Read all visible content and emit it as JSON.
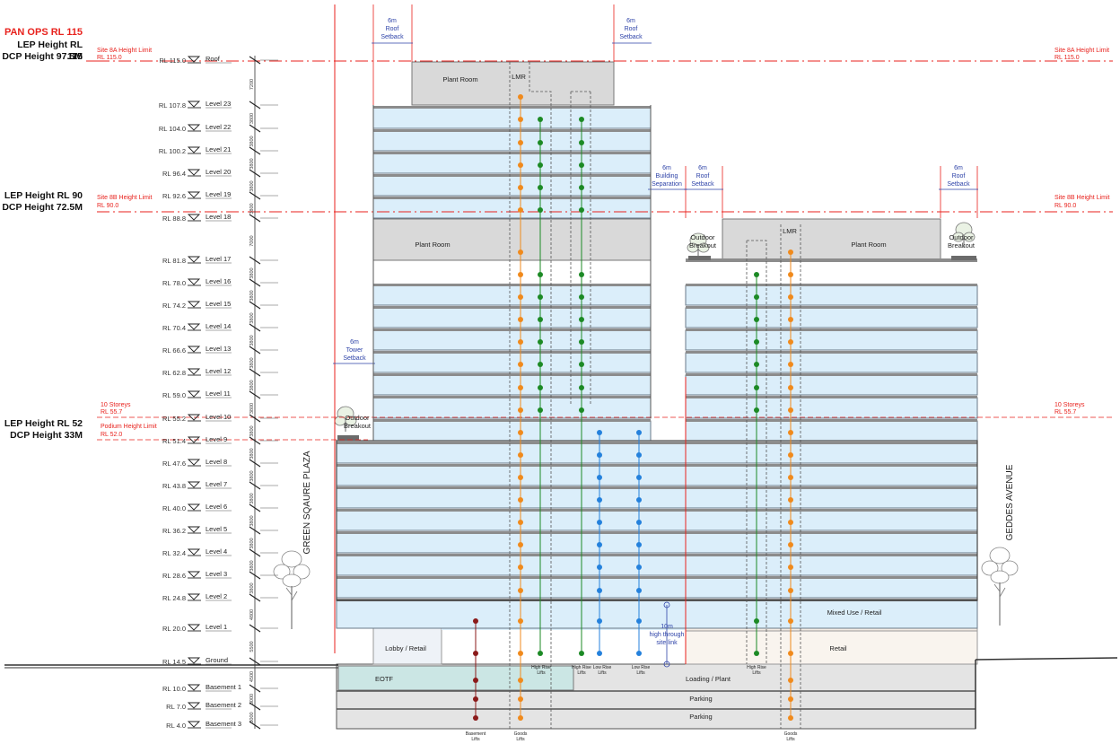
{
  "headings": {
    "pan_ops": "PAN OPS RL 115",
    "lep_115": "LEP Height RL 115",
    "dcp_975": "DCP Height 97.5M",
    "lep_90": "LEP Height RL 90",
    "dcp_725": "DCP Height 72.5M",
    "lep_52": "LEP Height RL 52",
    "dcp_33": "DCP Height 33M"
  },
  "limits": {
    "site8a_title": "Site 8A Height Limit",
    "site8a_rl": "RL 115.0",
    "site8b_title": "Site 8B Height Limit",
    "site8b_rl": "RL 90.0",
    "storeys_title": "10 Storeys",
    "storeys_rl": "RL 55.7",
    "podium_title": "Podium Height Limit",
    "podium_rl": "RL 52.0"
  },
  "levels": [
    {
      "rl": "RL 115.0",
      "name": "Roof"
    },
    {
      "rl": "RL 107.8",
      "name": "Level 23"
    },
    {
      "rl": "RL 104.0",
      "name": "Level 22"
    },
    {
      "rl": "RL 100.2",
      "name": "Level 21"
    },
    {
      "rl": "RL 96.4",
      "name": "Level 20"
    },
    {
      "rl": "RL 92.6",
      "name": "Level 19"
    },
    {
      "rl": "RL 88.8",
      "name": "Level 18"
    },
    {
      "rl": "RL 81.8",
      "name": "Level 17"
    },
    {
      "rl": "RL 78.0",
      "name": "Level 16"
    },
    {
      "rl": "RL 74.2",
      "name": "Level 15"
    },
    {
      "rl": "RL 70.4",
      "name": "Level 14"
    },
    {
      "rl": "RL 66.6",
      "name": "Level 13"
    },
    {
      "rl": "RL 62.8",
      "name": "Level 12"
    },
    {
      "rl": "RL 59.0",
      "name": "Level 11"
    },
    {
      "rl": "RL 55.2",
      "name": "Level 10"
    },
    {
      "rl": "RL 51.4",
      "name": "Level 9"
    },
    {
      "rl": "RL 47.6",
      "name": "Level 8"
    },
    {
      "rl": "RL 43.8",
      "name": "Level 7"
    },
    {
      "rl": "RL 40.0",
      "name": "Level 6"
    },
    {
      "rl": "RL 36.2",
      "name": "Level 5"
    },
    {
      "rl": "RL 32.4",
      "name": "Level 4"
    },
    {
      "rl": "RL 28.6",
      "name": "Level 3"
    },
    {
      "rl": "RL 24.8",
      "name": "Level 2"
    },
    {
      "rl": "RL 20.0",
      "name": "Level 1"
    },
    {
      "rl": "RL 14.5",
      "name": "Ground"
    },
    {
      "rl": "RL 10.0",
      "name": "Basement 1"
    },
    {
      "rl": "RL 7.0",
      "name": "Basement 2"
    },
    {
      "rl": "RL 4.0",
      "name": "Basement 3"
    }
  ],
  "dimensions": [
    "7200",
    "3800",
    "3800",
    "3800",
    "3800",
    "3800",
    "7000",
    "3800",
    "3800",
    "3800",
    "3800",
    "3800",
    "3800",
    "3800",
    "3800",
    "3800",
    "3800",
    "3800",
    "3800",
    "3800",
    "3800",
    "3800",
    "4800",
    "5500",
    "4500",
    "3000",
    "3000"
  ],
  "setbacks": {
    "roof_left": [
      "6m",
      "Roof",
      "Setback"
    ],
    "roof_mid": [
      "6m",
      "Roof",
      "Setback"
    ],
    "building_sep": [
      "6m",
      "Building",
      "Separation"
    ],
    "roof_b": [
      "6m",
      "Roof",
      "Setback"
    ],
    "roof_right": [
      "6m",
      "Roof",
      "Setback"
    ],
    "tower": [
      "6m",
      "Tower",
      "Setback"
    ],
    "site_link": [
      "10m",
      "high through",
      "site link"
    ]
  },
  "rooms": {
    "plant_room": "Plant Room",
    "lmr": "LMR",
    "outdoor_breakout": [
      "Outdoor",
      "Breakout"
    ],
    "lobby_retail": "Lobby / Retail",
    "mixed_use": "Mixed Use / Retail",
    "retail": "Retail",
    "eotf": "EOTF",
    "loading": "Loading / Plant",
    "parking": "Parking"
  },
  "streets": {
    "left": "GREEN SQAURE PLAZA",
    "right": "GEDDES AVENUE"
  },
  "lifts": {
    "high_rise": [
      "High Rise",
      "Lifts"
    ],
    "low_rise": [
      "Low Rise",
      "Lifts"
    ],
    "goods": [
      "Goods",
      "Lifts"
    ],
    "basement": [
      "Basement",
      "Lifts"
    ]
  },
  "colors": {
    "limit_red": "#e8221d",
    "floor_blue": "#dbeefa",
    "plant_grey": "#d9d9d9",
    "eotf_teal": "#cbe6e4",
    "mixed_beige": "#f5ece4",
    "goods_lift": "#f08a1c",
    "high_rise_lift": "#1c8a25",
    "low_rise_lift": "#2481dc",
    "basement_lift": "#8b1a1a",
    "setback_blue": "#2e43a8"
  }
}
